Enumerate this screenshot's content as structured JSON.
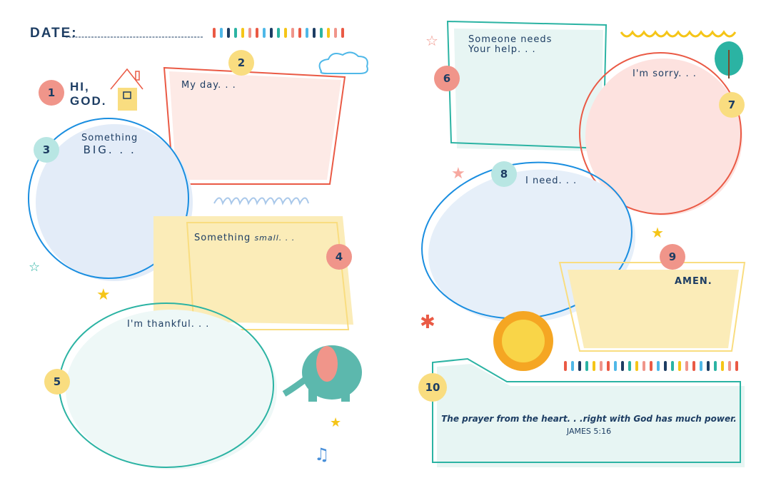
{
  "header": {
    "date_label": "DATE:"
  },
  "greeting": {
    "number": "1",
    "text_line1": "HI,",
    "text_line2": "GOD."
  },
  "prompts": [
    {
      "number": "2",
      "label": "My day. . ."
    },
    {
      "number": "3",
      "label_line1": "Something",
      "label_line2": "BIG. . ."
    },
    {
      "number": "4",
      "label": "Something",
      "label_em": "small. . ."
    },
    {
      "number": "5",
      "label": "I'm thankful. . ."
    },
    {
      "number": "6",
      "label_line1": "Someone needs",
      "label_line2": "Your help. . ."
    },
    {
      "number": "7",
      "label": "I'm sorry. . ."
    },
    {
      "number": "8",
      "label": "I need. . ."
    },
    {
      "number": "9",
      "label": "AMEN."
    },
    {
      "number": "10",
      "quote": "The prayer from the heart. . .right with God has much power.",
      "reference": "JAMES 5:16"
    }
  ],
  "colors": {
    "navy": "#1d3d63",
    "salmon": "#f0958a",
    "yellow": "#f9dd80",
    "teal": "#2bb3a3",
    "blue": "#1a8ee0",
    "red": "#ea5a45"
  }
}
